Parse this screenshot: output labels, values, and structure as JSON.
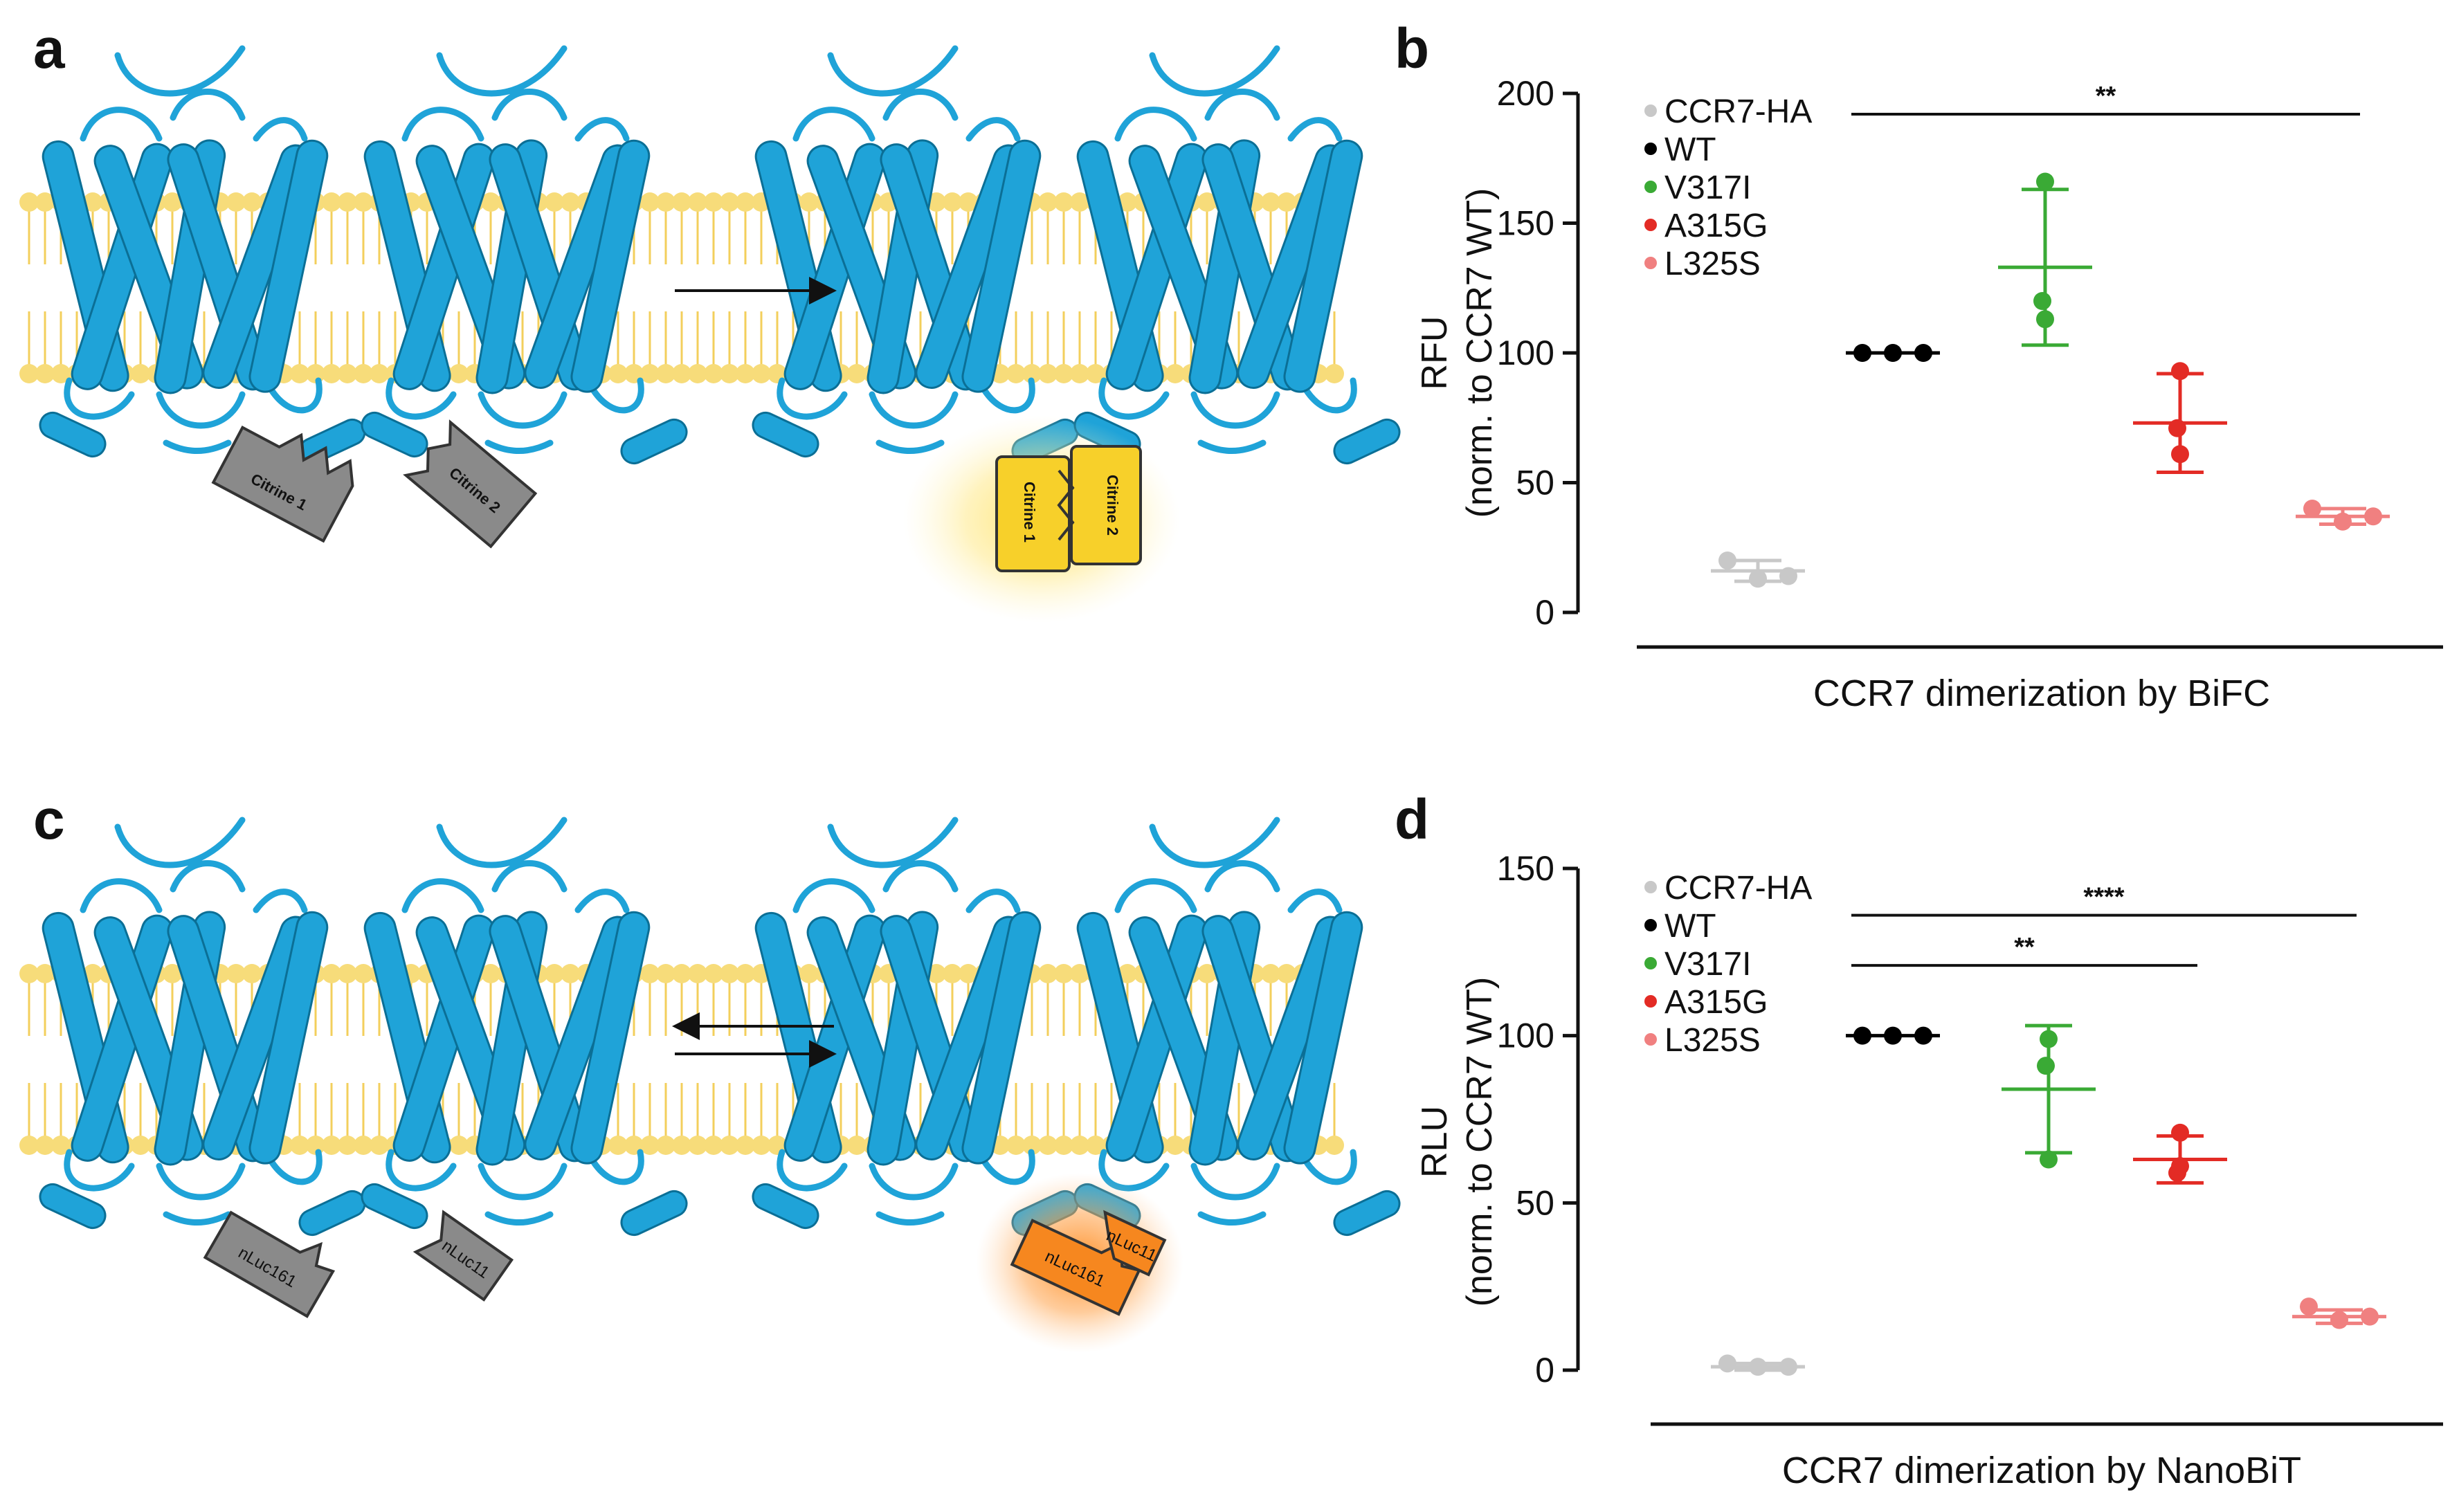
{
  "panels": {
    "a": {
      "label": "a",
      "left_fragment": "Citrine 1",
      "right_fragment": "Citrine 2",
      "complex_left": "Citrine 1",
      "complex_right": "Citrine 2",
      "glow_color": "#ffe36a",
      "fragment_color": "#8a8a8a",
      "complex_color": "#f7d02a",
      "arrow": "forward"
    },
    "b": {
      "label": "b"
    },
    "c": {
      "label": "c",
      "left_fragment": "nLuc161",
      "right_fragment": "nLuc11",
      "complex_left": "nLuc161",
      "complex_right": "nLuc11",
      "glow_color": "#ff9a3c",
      "fragment_color": "#8a8a8a",
      "complex_color": "#f6871f",
      "arrow": "bidirectional"
    },
    "d": {
      "label": "d"
    }
  },
  "colors": {
    "receptor": "#1fa3d8",
    "receptor_dark": "#0b6f96",
    "membrane": "#f7dc7a",
    "membrane_tail": "#f3cf5c"
  },
  "chart_data": [
    {
      "panel": "b",
      "type": "scatter",
      "ylabel": [
        "RFU",
        "(norm. to CCR7 WT)"
      ],
      "xlabel": "CCR7 dimerization by BiFC",
      "ylim": [
        0,
        200
      ],
      "yticks": [
        0,
        50,
        100,
        150,
        200
      ],
      "legend_position": "top-left",
      "series": [
        {
          "name": "CCR7-HA",
          "color": "#c8c8c8",
          "mean": 16,
          "sd": 4,
          "values": [
            20,
            13,
            14
          ]
        },
        {
          "name": "WT",
          "color": "#000000",
          "mean": 100,
          "sd": 0,
          "values": [
            100,
            100,
            100
          ]
        },
        {
          "name": "V317I",
          "color": "#3aaa35",
          "mean": 133,
          "sd": 30,
          "values": [
            166,
            120,
            113
          ]
        },
        {
          "name": "A315G",
          "color": "#e32b25",
          "mean": 73,
          "sd": 19,
          "values": [
            93,
            71,
            61
          ]
        },
        {
          "name": "L325S",
          "color": "#f08080",
          "mean": 37,
          "sd": 3,
          "values": [
            40,
            35,
            37
          ]
        }
      ],
      "significance": [
        {
          "from": 1,
          "to": 4,
          "label": "**",
          "y": 192
        }
      ]
    },
    {
      "panel": "d",
      "type": "scatter",
      "ylabel": [
        "RLU",
        "(norm. to CCR7 WT)"
      ],
      "xlabel": "CCR7 dimerization by NanoBiT",
      "ylim": [
        0,
        150
      ],
      "yticks": [
        0,
        50,
        100,
        150
      ],
      "legend_position": "top-left",
      "series": [
        {
          "name": "CCR7-HA",
          "color": "#c8c8c8",
          "mean": 1,
          "sd": 1,
          "values": [
            2,
            1,
            1
          ]
        },
        {
          "name": "WT",
          "color": "#000000",
          "mean": 100,
          "sd": 0,
          "values": [
            100,
            100,
            100
          ]
        },
        {
          "name": "V317I",
          "color": "#3aaa35",
          "mean": 84,
          "sd": 19,
          "values": [
            99,
            91,
            63
          ]
        },
        {
          "name": "A315G",
          "color": "#e32b25",
          "mean": 63,
          "sd": 7,
          "values": [
            71,
            59,
            61
          ]
        },
        {
          "name": "L325S",
          "color": "#f08080",
          "mean": 16,
          "sd": 2,
          "values": [
            19,
            15,
            16
          ]
        }
      ],
      "significance": [
        {
          "from": 1,
          "to": 4,
          "label": "****",
          "y": 136
        },
        {
          "from": 1,
          "to": 3,
          "label": "**",
          "y": 121
        }
      ]
    }
  ]
}
